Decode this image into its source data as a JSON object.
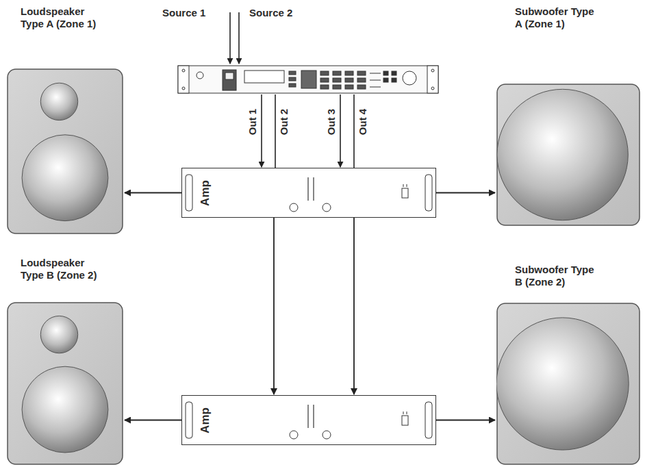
{
  "diagram": {
    "nodes": [
      {
        "text": [
          "Loudspeaker Type A (Zone 1)"
        ]
      },
      {
        "text": [
          "Amp"
        ]
      },
      {
        "text": [
          "Subwoofer Type A (Zone 1)"
        ]
      },
      {
        "text": [
          "Loudspeaker Type B (Zone 2)"
        ]
      },
      {
        "text": [
          "Amp"
        ]
      },
      {
        "text": [
          "Subwoofer Type B (Zone 2)"
        ]
      }
    ],
    "edges": [
      {
        "from": 1,
        "to": 0,
        "arrow": "to"
      },
      {
        "from": 1,
        "to": 2,
        "arrow": "to"
      },
      {
        "from": 1,
        "to": 4,
        "arrow": "to"
      },
      {
        "from": 1,
        "to": 4,
        "arrow": "to"
      },
      {
        "from": 4,
        "to": 3,
        "arrow": "to"
      },
      {
        "from": 4,
        "to": 5,
        "arrow": "to"
      }
    ],
    "labels": [
      "Source 1",
      "Source 2",
      "Out 1",
      "Out 2",
      "Out 3",
      "Out 4"
    ]
  }
}
